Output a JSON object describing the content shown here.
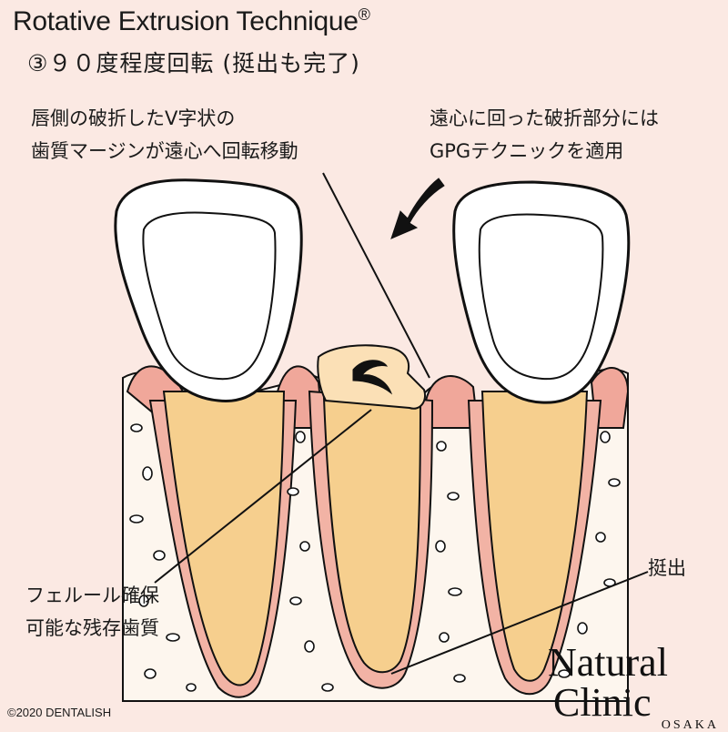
{
  "title": "Rotative Extrusion Technique",
  "title_mark": "®",
  "subtitle": "③９０度程度回転 (挺出も完了)",
  "labels": {
    "rotation_line1": "唇側の破折したV字状の",
    "rotation_line2": "歯質マージンが遠心へ回転移動",
    "gpg_line1": "遠心に回った破折部分には",
    "gpg_line2": "GPGテクニックを適用",
    "ferrule_line1": "フェルール確保",
    "ferrule_line2": "可能な残存歯質",
    "extrusion": "挺出"
  },
  "copyright": "©2020 DENTALISH",
  "logo": {
    "line1": "Natural",
    "line2": "Clinic",
    "line3": "OSAKA"
  },
  "colors": {
    "background": "#fbe9e3",
    "root": "#f6cf8e",
    "gum": "#f0a79a",
    "bone": "#fdf6ee",
    "enamel": "#ffffff",
    "outline": "#111111"
  }
}
